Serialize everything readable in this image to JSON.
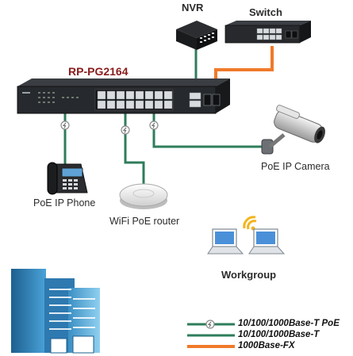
{
  "diagram": {
    "switch_model": "RP-PG2164",
    "devices": {
      "nvr": "NVR",
      "switch": "Switch",
      "camera": "PoE IP Camera",
      "phone": "PoE IP Phone",
      "router": "WiFi PoE router",
      "workgroup": "Workgroup"
    },
    "legend": [
      {
        "label": "10/100/1000Base-T PoE",
        "color": "#2e7d5b",
        "poe_marker": true
      },
      {
        "label": "10/100/1000Base-T",
        "color": "#2e7d5b",
        "poe_marker": false
      },
      {
        "label": "1000Base-FX",
        "color": "#f07a2a",
        "poe_marker": false
      }
    ],
    "colors": {
      "copper_link": "#2e7d5b",
      "fiber_link": "#f07a2a",
      "model_label": "#8a1b1b"
    }
  }
}
